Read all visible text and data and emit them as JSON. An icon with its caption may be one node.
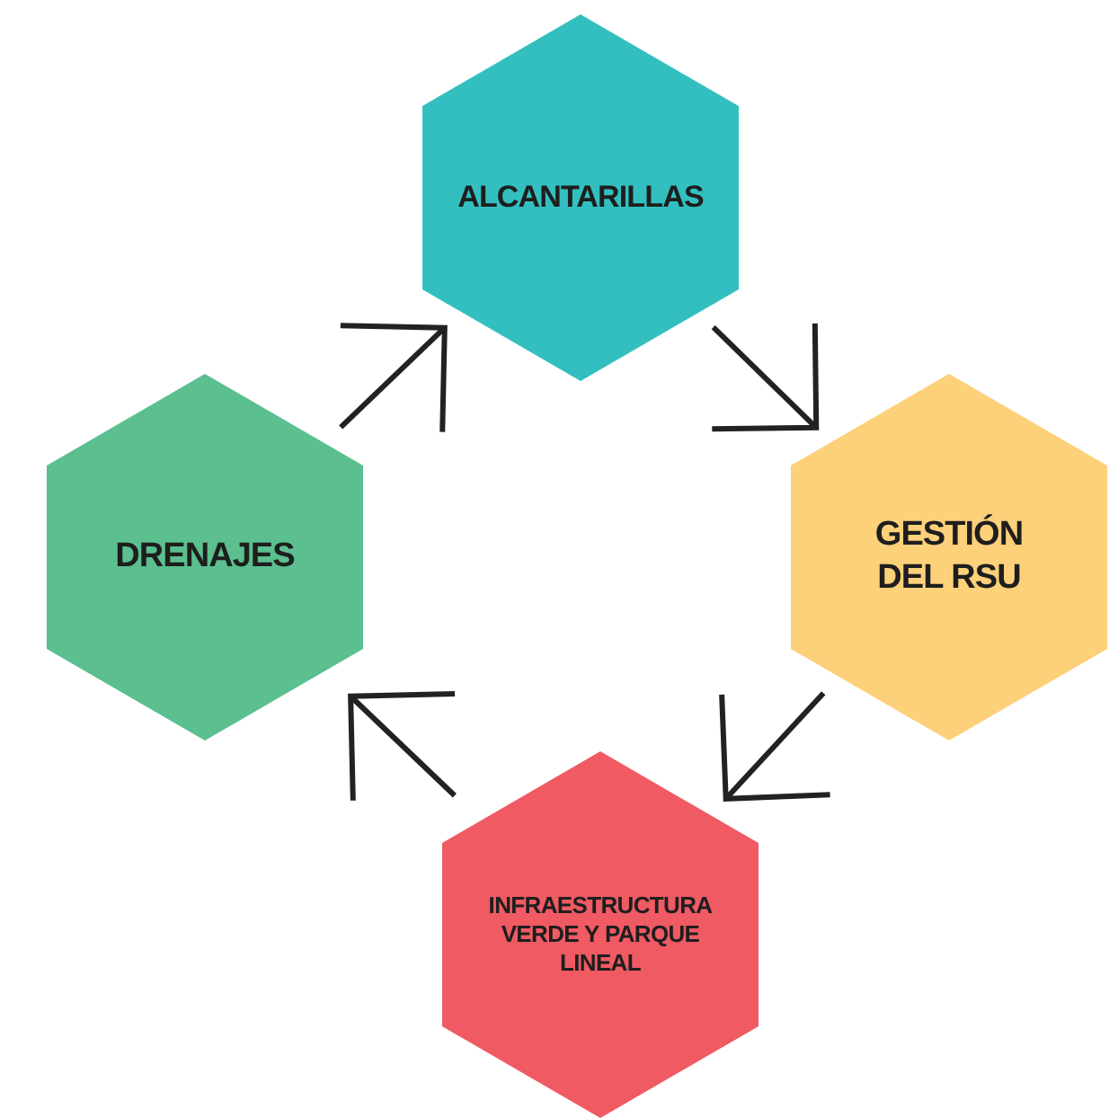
{
  "diagram": {
    "nodes": [
      {
        "text": [
          "ALCANTARILLAS"
        ]
      },
      {
        "text": [
          "GESTIÓN DEL RSU"
        ]
      },
      {
        "text": [
          "INFRAESTRUCTURA VERDE Y PARQUE LINEAL"
        ]
      },
      {
        "text": [
          "DRENAJES"
        ]
      }
    ],
    "edges": [
      {
        "from": 3,
        "to": 0,
        "arrow": "to"
      },
      {
        "from": 0,
        "to": 1,
        "arrow": "to"
      },
      {
        "from": 1,
        "to": 2,
        "arrow": "to"
      },
      {
        "from": 2,
        "to": 3,
        "arrow": "to"
      }
    ]
  }
}
